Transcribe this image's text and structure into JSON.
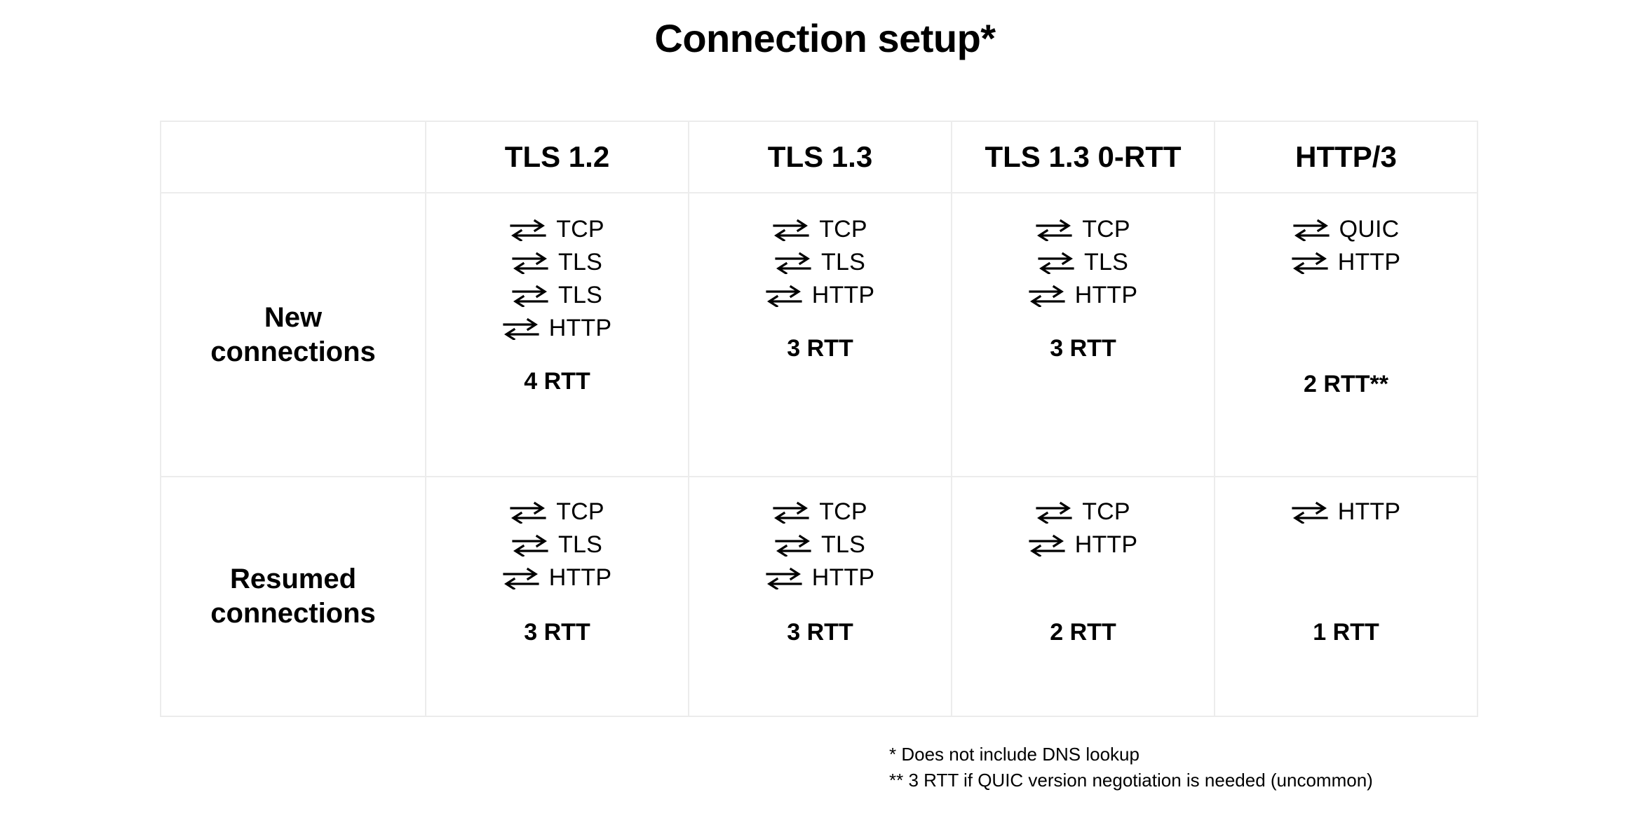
{
  "title": "Connection setup*",
  "table": {
    "corner_label": "",
    "columns": [
      "TLS 1.2",
      "TLS 1.3",
      "TLS 1.3 0-RTT",
      "HTTP/3"
    ],
    "rows": [
      {
        "label": "New\nconnections",
        "cells": [
          {
            "steps": [
              "TCP",
              "TLS",
              "TLS",
              "HTTP"
            ],
            "rtt": "4 RTT"
          },
          {
            "steps": [
              "TCP",
              "TLS",
              "HTTP"
            ],
            "rtt": "3 RTT"
          },
          {
            "steps": [
              "TCP",
              "TLS",
              "HTTP"
            ],
            "rtt": "3 RTT"
          },
          {
            "steps": [
              "QUIC",
              "HTTP"
            ],
            "rtt": "2 RTT**"
          }
        ]
      },
      {
        "label": "Resumed\nconnections",
        "cells": [
          {
            "steps": [
              "TCP",
              "TLS",
              "HTTP"
            ],
            "rtt": "3 RTT"
          },
          {
            "steps": [
              "TCP",
              "TLS",
              "HTTP"
            ],
            "rtt": "3 RTT"
          },
          {
            "steps": [
              "TCP",
              "HTTP"
            ],
            "rtt": "2 RTT"
          },
          {
            "steps": [
              "HTTP"
            ],
            "rtt": "1 RTT"
          }
        ]
      }
    ]
  },
  "footnotes": [
    "* Does not include DNS lookup",
    "** 3 RTT if QUIC version negotiation is needed (uncommon)"
  ],
  "icons": {
    "round_trip": "bidirectional-arrows-icon"
  },
  "colors": {
    "background": "#ffffff",
    "text": "#000000",
    "grid_line": "#ececec"
  }
}
